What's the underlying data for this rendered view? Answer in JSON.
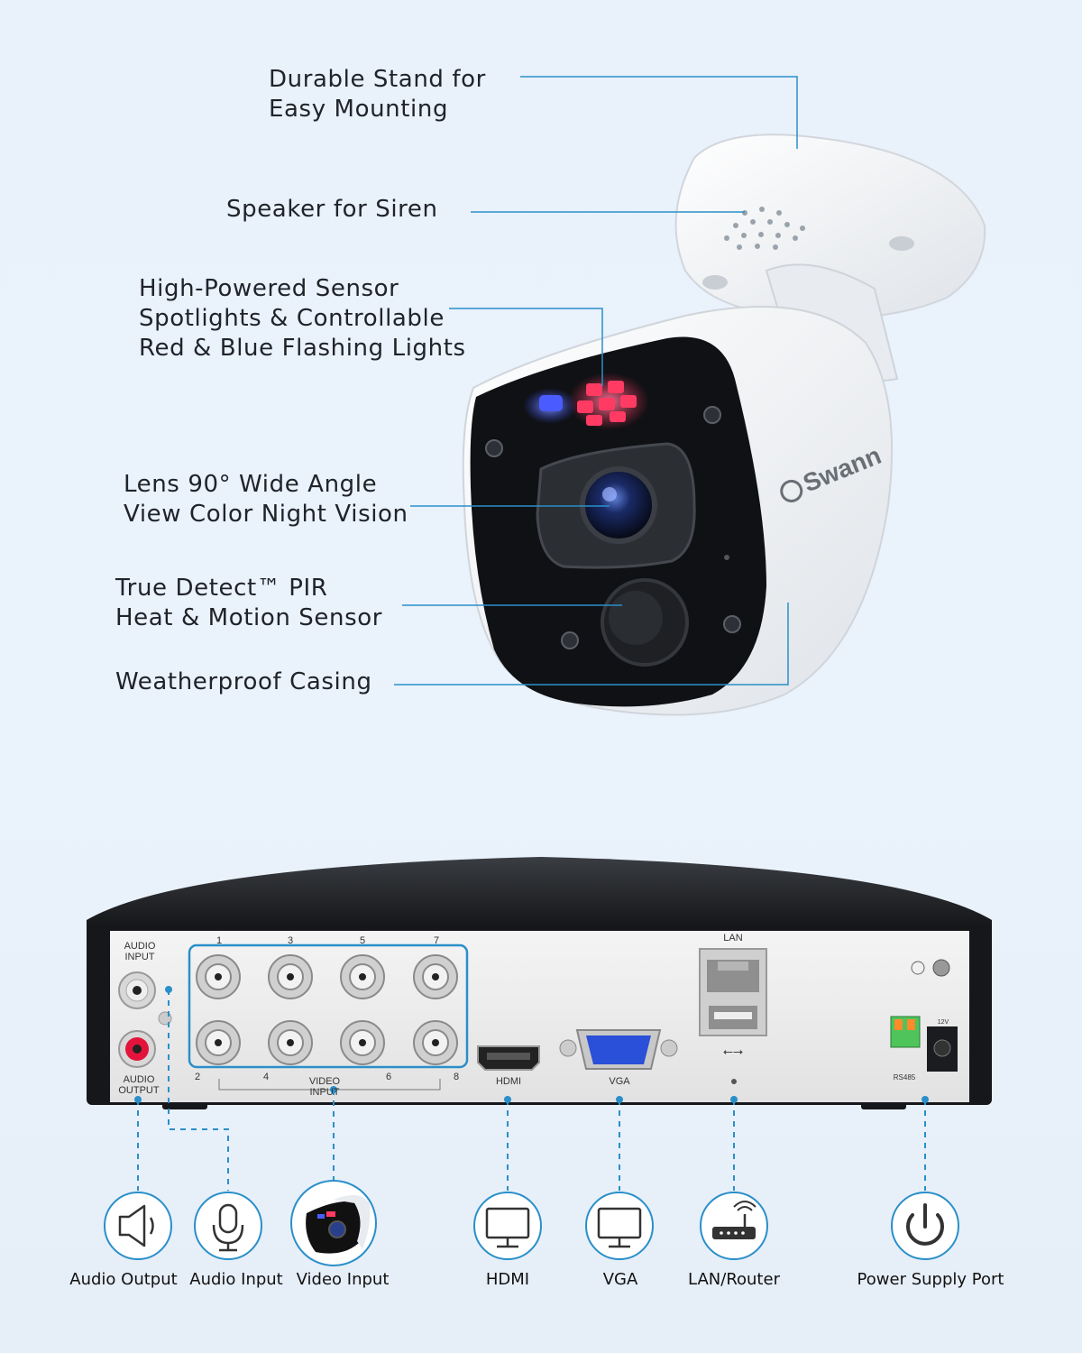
{
  "callouts": {
    "stand": "Durable Stand for\nEasy Mounting",
    "speaker": "Speaker for Siren",
    "sensor": "High-Powered Sensor\nSpotlights & Controllable\nRed & Blue Flashing Lights",
    "lens": "Lens 90° Wide Angle\nView Color Night Vision",
    "pir": "True Detect™ PIR\nHeat & Motion Sensor",
    "casing": "Weatherproof Casing"
  },
  "camera": {
    "brand": "Swann"
  },
  "dvr": {
    "audio_input": "AUDIO\nINPUT",
    "audio_output": "AUDIO\nOUTPUT",
    "video_input": "VIDEO\nINPUT",
    "hdmi": "HDMI",
    "vga": "VGA",
    "lan": "LAN",
    "rs485": "RS485",
    "power_rating": "12V",
    "channels_top": [
      "1",
      "3",
      "5",
      "7"
    ],
    "channels_bottom": [
      "2",
      "4",
      "6",
      "8"
    ]
  },
  "connectors": [
    {
      "label": "Audio Output",
      "icon": "speaker-icon"
    },
    {
      "label": "Audio Input",
      "icon": "microphone-icon"
    },
    {
      "label": "Video Input",
      "icon": "camera-icon"
    },
    {
      "label": "HDMI",
      "icon": "monitor-icon"
    },
    {
      "label": "VGA",
      "icon": "monitor-icon"
    },
    {
      "label": "LAN/Router",
      "icon": "router-icon"
    },
    {
      "label": "Power Supply Port",
      "icon": "power-icon"
    }
  ],
  "colors": {
    "accent": "#2a8fc9",
    "spot_red": "#ff2c55",
    "spot_blue": "#3a4cff"
  }
}
